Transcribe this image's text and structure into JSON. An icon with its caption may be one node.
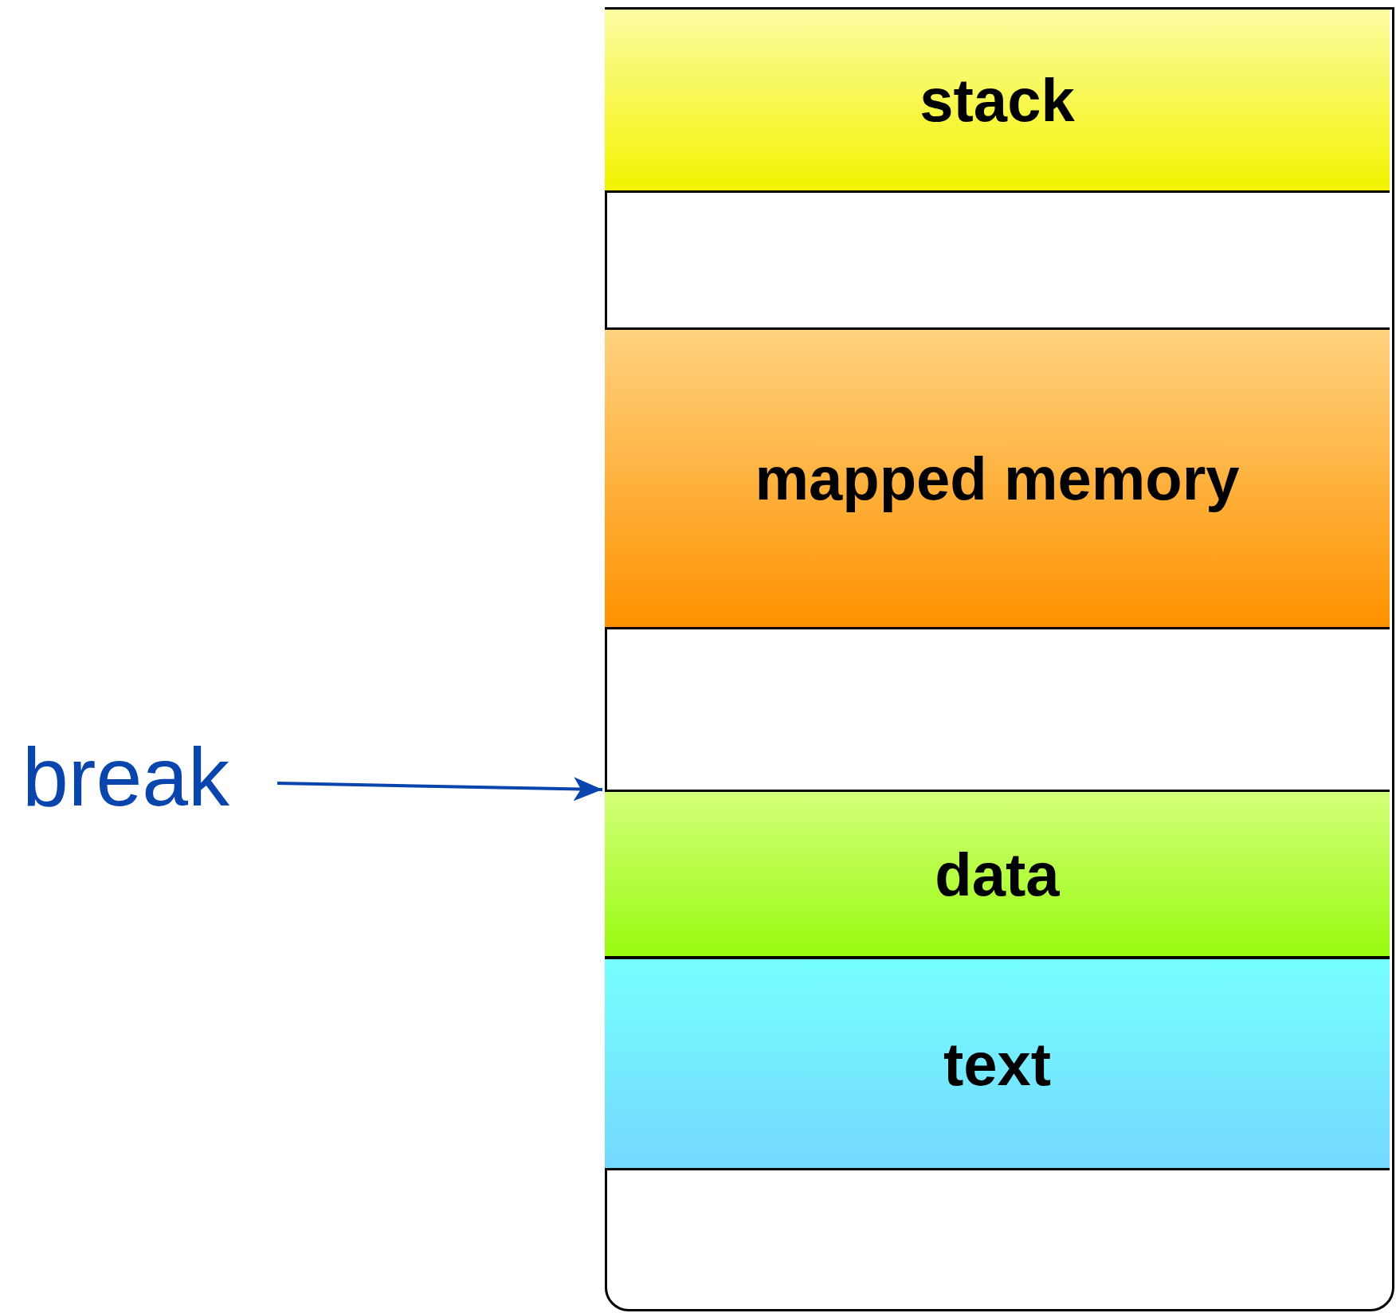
{
  "diagram": {
    "nodes": [
      {
        "text": [],
        "shape": "box"
      },
      {
        "text": [
          "stack"
        ],
        "in": 0
      },
      {
        "text": [
          "mapped memory"
        ],
        "in": 0
      },
      {
        "text": [
          "data"
        ],
        "in": 0
      },
      {
        "text": [
          "text"
        ],
        "in": 0
      },
      {
        "text": [
          "break"
        ]
      }
    ],
    "edges": [
      {
        "from": 5,
        "to": 3,
        "arrow": "to"
      }
    ]
  }
}
